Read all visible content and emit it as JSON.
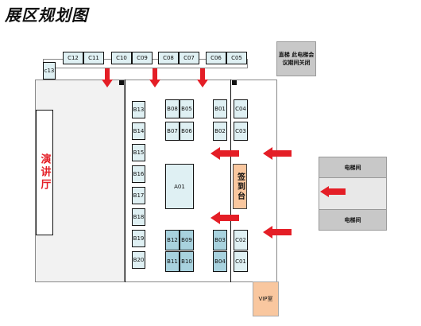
{
  "title": "展区规划图",
  "lecture_hall": "演讲厅",
  "checkin": "签到台",
  "vip": "VIP室",
  "elevator_note": "直梯 此电梯会议期间关闭",
  "elevator_hall_top": "电梯间",
  "elevator_hall_bottom": "电梯间",
  "central_booth": "A01",
  "booths_top": [
    "c13",
    "C12",
    "C11",
    "C10",
    "C09",
    "C08",
    "C07",
    "C06",
    "C05"
  ],
  "booths_b_left": [
    "B13",
    "B14",
    "B15",
    "B16",
    "B17",
    "B18",
    "B19",
    "B20"
  ],
  "booths_b_center_top": [
    "B08",
    "B05",
    "B07",
    "B06"
  ],
  "booths_b_center_bottom": [
    "B12",
    "B09",
    "B11",
    "B10"
  ],
  "booths_b_right": [
    "B01",
    "B02",
    "B03",
    "B04"
  ],
  "booths_c_right": [
    "C04",
    "C03",
    "C02",
    "C01"
  ],
  "colors": {
    "booth_light": "#dff0f3",
    "booth_dark": "#a8d2de",
    "arrow": "#e41e26",
    "checkin": "#f9c79f",
    "elevator": "#c8c8c8",
    "hall": "#f2f2f2"
  }
}
